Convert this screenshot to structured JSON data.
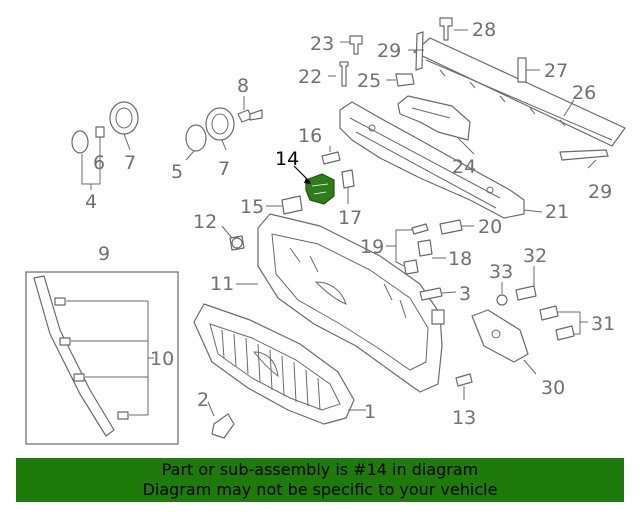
{
  "callouts": {
    "c1": "1",
    "c2": "2",
    "c3": "3",
    "c4": "4",
    "c5": "5",
    "c6": "6",
    "c7a": "7",
    "c7b": "7",
    "c8": "8",
    "c9": "9",
    "c10": "10",
    "c11": "11",
    "c12": "12",
    "c13": "13",
    "c14": "14",
    "c15": "15",
    "c16": "16",
    "c17": "17",
    "c18": "18",
    "c19": "19",
    "c20": "20",
    "c21": "21",
    "c22": "22",
    "c23": "23",
    "c24": "24",
    "c25": "25",
    "c26": "26",
    "c27": "27",
    "c28": "28",
    "c29a": "29",
    "c29b": "29",
    "c30": "30",
    "c31": "31",
    "c32": "32",
    "c33": "33"
  },
  "highlight_color": "#2e7d1a",
  "banner": {
    "line1": "Part or sub-assembly is #14 in diagram",
    "line2": "Diagram may not be specific to your vehicle",
    "color": "#1f7a0c"
  }
}
